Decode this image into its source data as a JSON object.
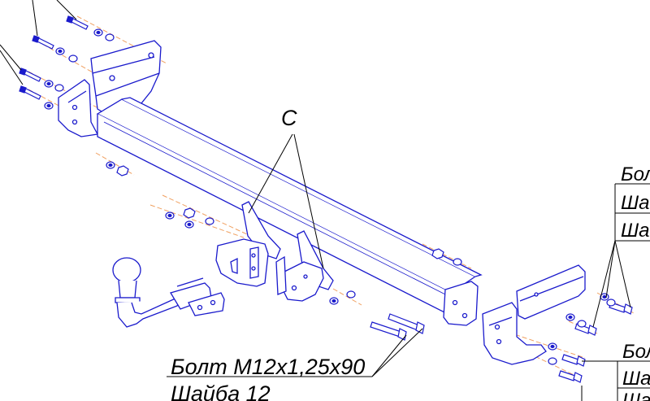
{
  "labels": {
    "callout_c": "C",
    "bottom_line1": "Болт М12х1,25х90",
    "bottom_line2": "Шайба 12",
    "right_top_1": "Бол",
    "right_top_2": "Шаі",
    "right_top_3": "Шаі",
    "right_bottom_1": "Бол",
    "right_bottom_2": "Шаі",
    "right_bottom_3": "Шаі"
  },
  "colors": {
    "part_stroke": "#1a1acc",
    "dash_line": "#f0a060",
    "leader": "#000000",
    "background": "#ffffff"
  }
}
